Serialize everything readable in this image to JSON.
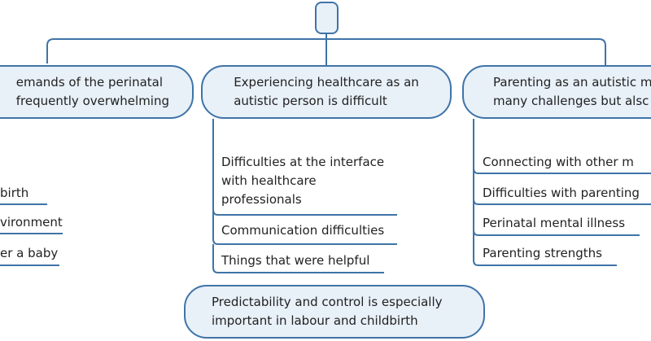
{
  "root": {
    "label": ""
  },
  "branches": [
    {
      "lines": [
        "emands of the perinatal",
        "frequently overwhelming"
      ],
      "items": [
        "birth",
        "vironment",
        "er a baby"
      ]
    },
    {
      "lines": [
        "Experiencing healthcare as an",
        "autistic person is difficult"
      ],
      "items": [
        [
          "Difficulties at the interface",
          "with healthcare",
          "professionals"
        ],
        [
          "Communication difficulties"
        ],
        [
          "Things that were helpful"
        ]
      ]
    },
    {
      "lines": [
        "Parenting as an autistic m",
        "many challenges but alsc"
      ],
      "items": [
        "Connecting with other m",
        "Difficulties with parenting",
        "Perinatal mental illness",
        "Parenting strengths"
      ]
    }
  ],
  "bottom_node": {
    "lines": [
      "Predictability and control is especially",
      "important in labour and childbirth"
    ]
  },
  "colors": {
    "line": "#3f74a8",
    "node_fill": "#e8f0f8"
  }
}
